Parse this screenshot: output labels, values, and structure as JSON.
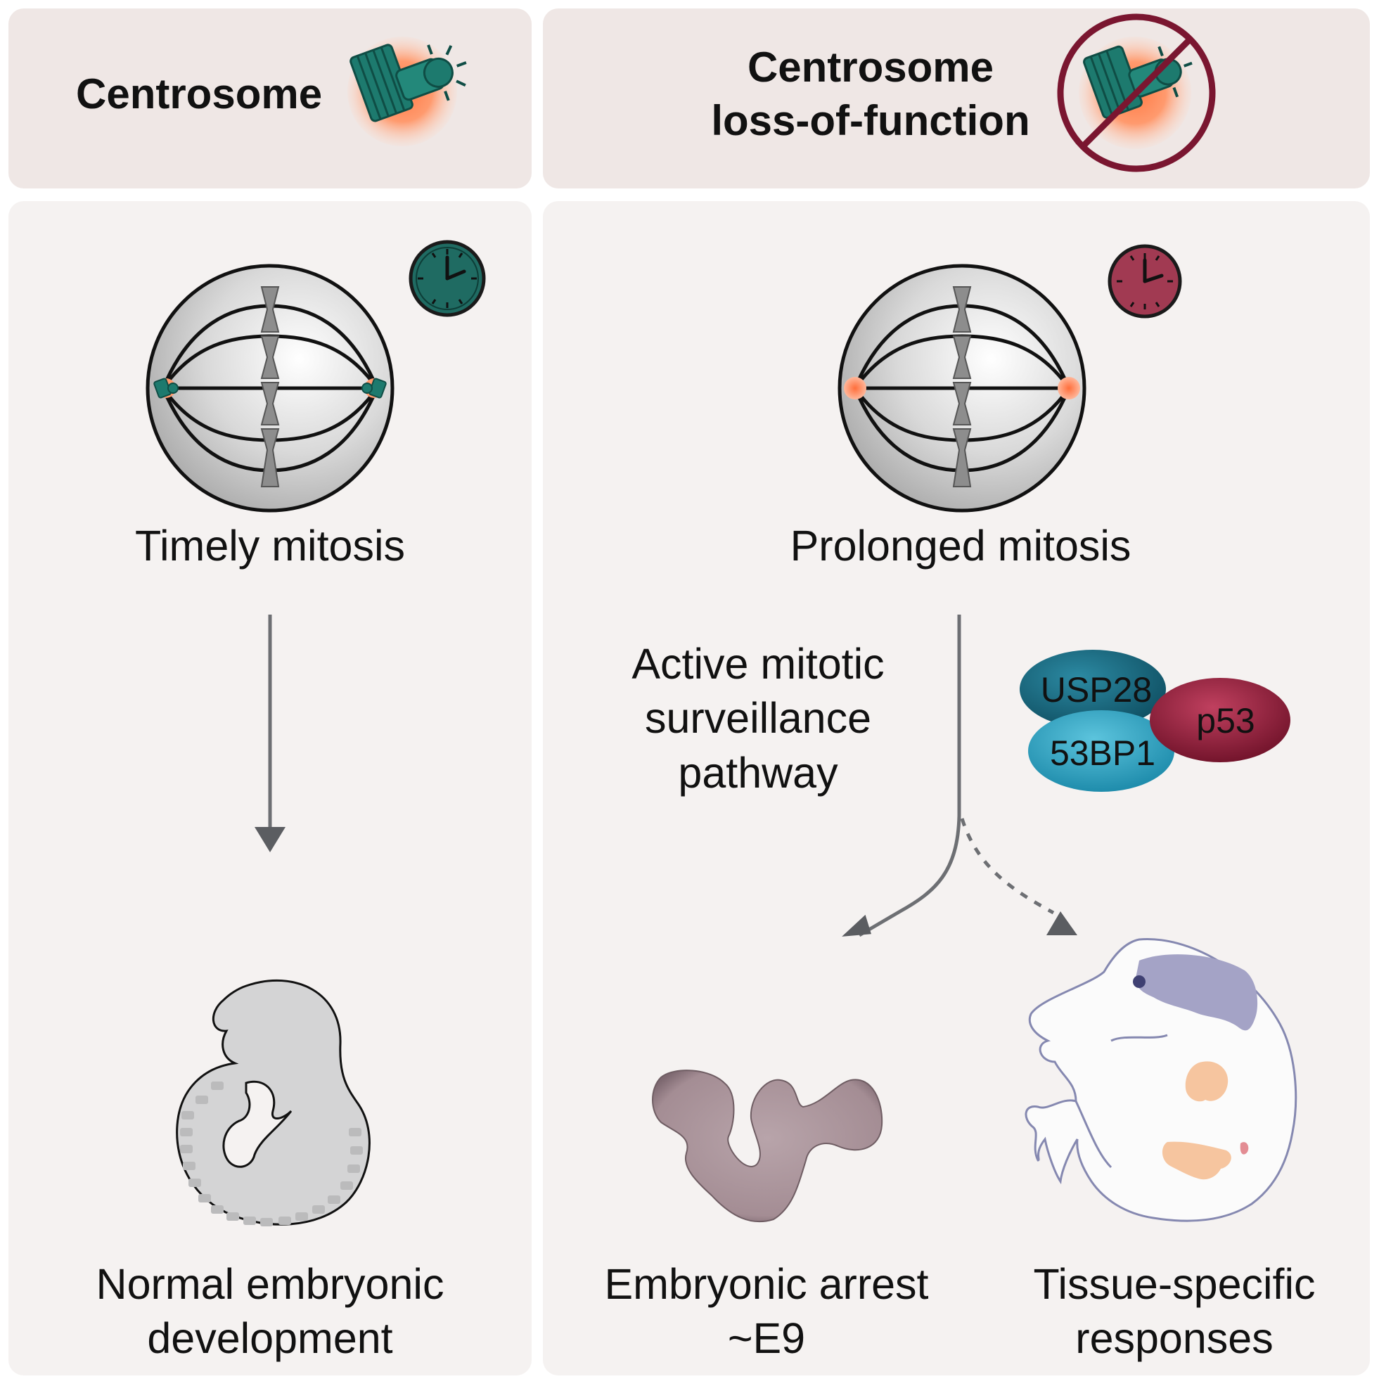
{
  "left": {
    "header_title": "Centrosome",
    "mitosis_label": "Timely mitosis",
    "outcome_line1": "Normal embryonic",
    "outcome_line2": "development"
  },
  "right": {
    "header_line1": "Centrosome",
    "header_line2": "loss-of-function",
    "mitosis_label": "Prolonged mitosis",
    "pathway_line1": "Active mitotic",
    "pathway_line2": "surveillance",
    "pathway_line3": "pathway",
    "protein_usp28": "USP28",
    "protein_53bp1": "53BP1",
    "protein_p53": "p53",
    "outcome_a_line1": "Embryonic arrest",
    "outcome_a_line2": "~E9",
    "outcome_b_line1": "Tissue-specific",
    "outcome_b_line2": "responses"
  },
  "colors": {
    "header_bg": "#efe7e5",
    "panel_bg": "#f5f2f1",
    "centrosome_teal": "#1d7a6e",
    "glow_orange": "#ff8a5c",
    "clock_teal": "#1f6b62",
    "clock_red": "#a13a52",
    "usp28": "#1b6f86",
    "bp53": "#2aa3c2",
    "p53": "#8e1b3a",
    "arrest_embryo": "#a48d94",
    "arrow_grey": "#6d6f73"
  }
}
